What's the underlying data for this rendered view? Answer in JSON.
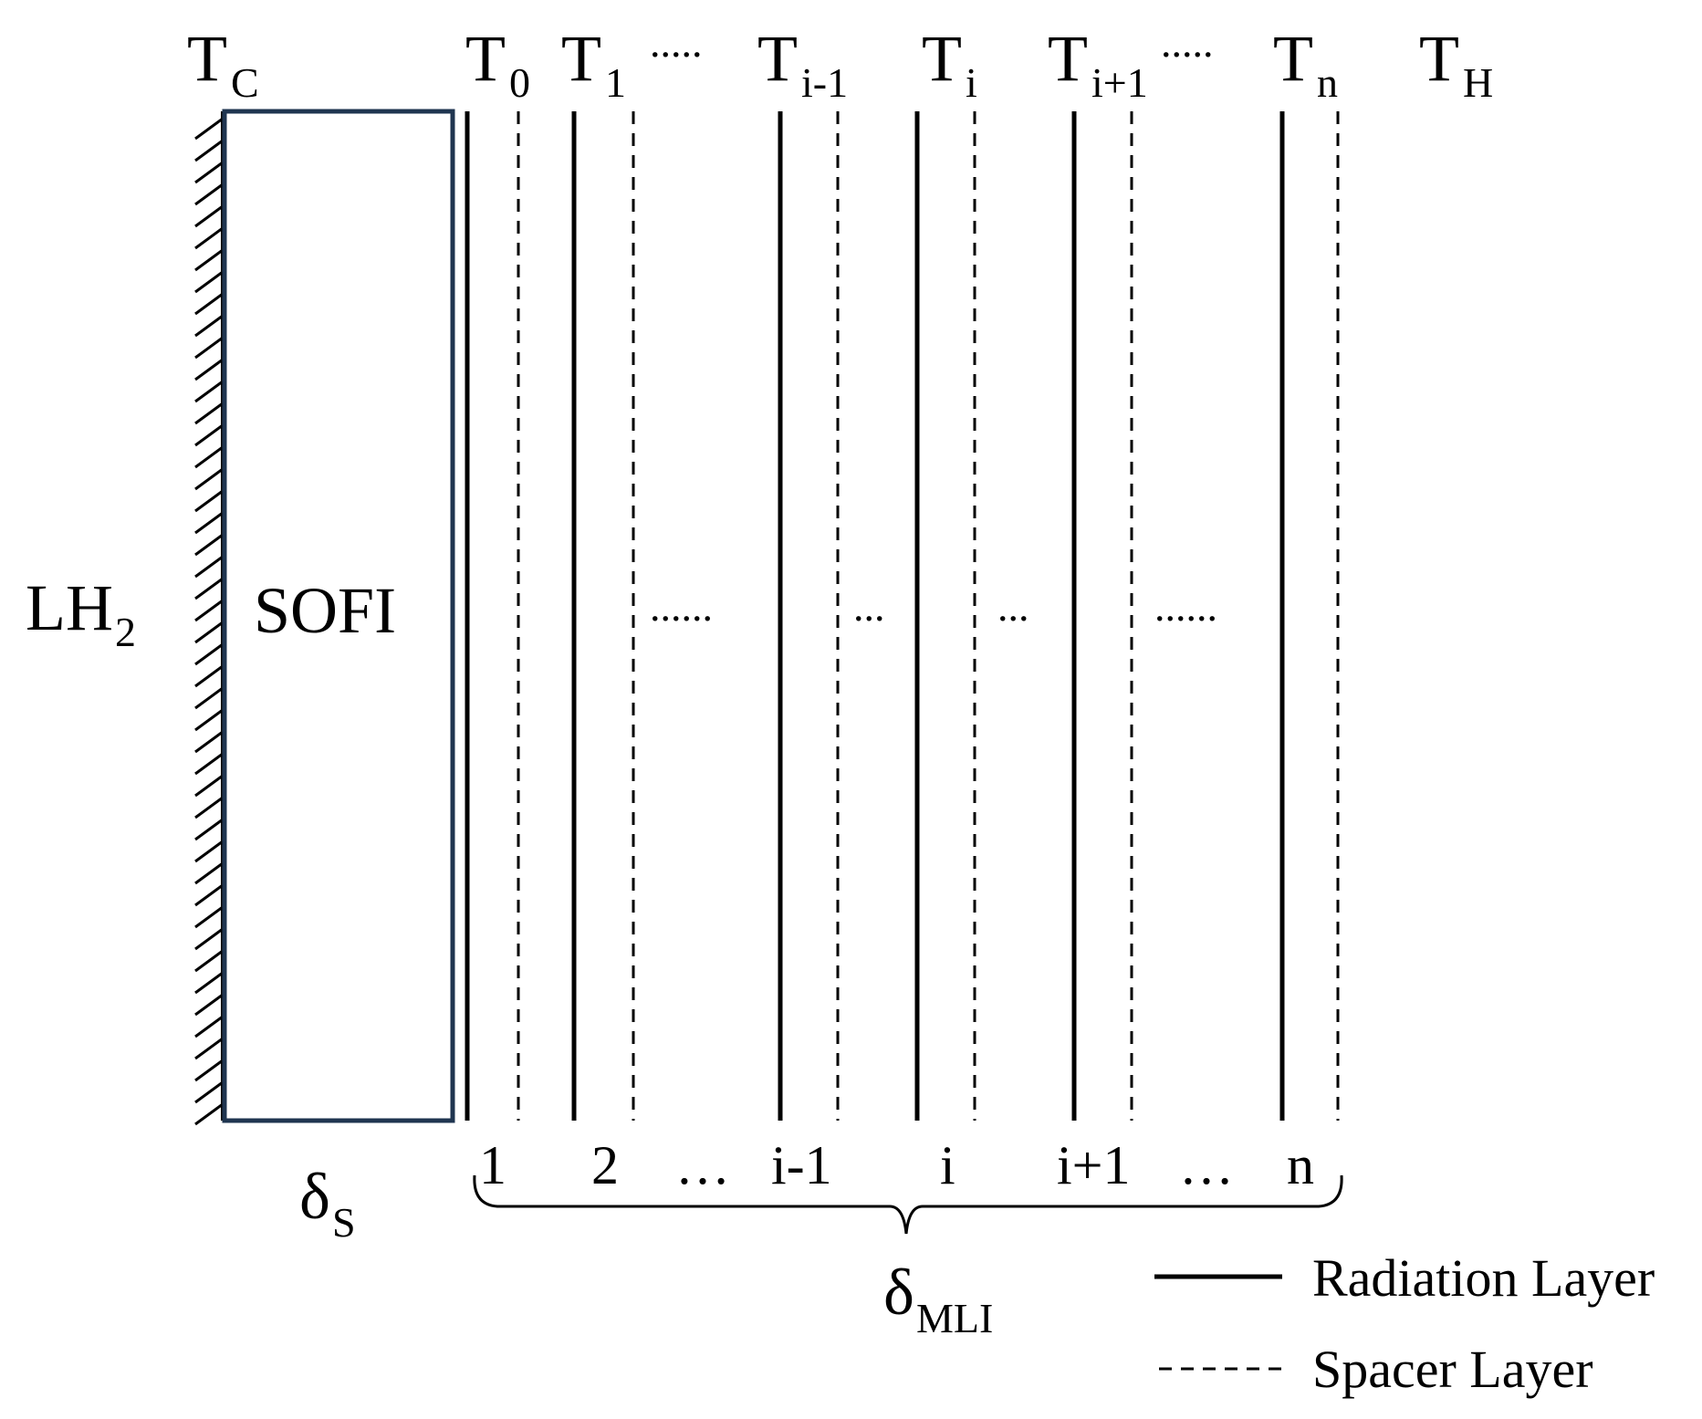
{
  "colors": {
    "sofi_border": "#1f3550",
    "ink": "#000000"
  },
  "temperatures": {
    "c": {
      "main": "T",
      "sub": "C"
    },
    "t0": {
      "main": "T",
      "sub": "0"
    },
    "t1": {
      "main": "T",
      "sub": "1"
    },
    "dots_a": ".....",
    "ti_1": {
      "main": "T",
      "sub": "i-1"
    },
    "ti": {
      "main": "T",
      "sub": "i"
    },
    "ti1": {
      "main": "T",
      "sub": "i+1"
    },
    "dots_b": ".....",
    "tn": {
      "main": "T",
      "sub": "n"
    },
    "th": {
      "main": "T",
      "sub": "H"
    }
  },
  "lh2": {
    "main": "LH",
    "sub": "2"
  },
  "sofi_label": "SOFI",
  "middle_dots": {
    "d1": "......",
    "d2": "...",
    "d3": "...",
    "d4": "......"
  },
  "layer_indices": {
    "i1": "1",
    "i2": "2",
    "e1": "…",
    "i3": "i-1",
    "i4": "i",
    "i5": "i+1",
    "e2": "…",
    "i6": "n"
  },
  "delta_s": {
    "main": "δ",
    "sub": "S"
  },
  "delta_mli": {
    "main": "δ",
    "sub": "MLI"
  },
  "legend": {
    "radiation": "Radiation Layer",
    "spacer": "Spacer Layer"
  }
}
